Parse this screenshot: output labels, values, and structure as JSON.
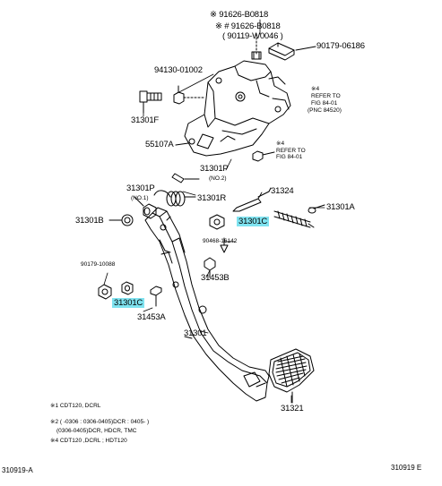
{
  "callouts": {
    "p91626_b0818": "※ 91626-B0818",
    "p91626_b0818_alt": "※ # 91626-B0818",
    "p90119_w0046": "( 90119-W0046 )",
    "p90179_06186": "90179-06186",
    "p94130_01002": "94130-01002",
    "p31301f": "31301F",
    "p55107a": "55107A",
    "p31301p_upper": "31301P",
    "p31301p_upper_note": "(NO.2)",
    "p31301p_left": "31301P",
    "p31301p_left_note": "(NO.1)",
    "p31324": "31324",
    "p31301a": "31301A",
    "p31301r": "31301R",
    "p31301b": "31301B",
    "p31301c_right": "31301C",
    "p90468_16142": "90468-16142",
    "p90179_10088": "90179-10088",
    "p31453b": "31453B",
    "p31301c_left": "31301C",
    "p31453a": "31453A",
    "p31301": "31301",
    "p31321": "31321"
  },
  "refer_notes": {
    "top_mark": "※4",
    "top_line1": "REFER TO",
    "top_line2": "FIG 84-01",
    "top_line3": "(PNC 84520)",
    "mid_mark": "※4",
    "mid_line1": "REFER TO",
    "mid_line2": "FIG 84-01"
  },
  "footnotes": {
    "n1": "※1 CDT120, DCRL",
    "n2": "※2 (     -0306 : 0306-0405)DCR : 0405-     )",
    "n3": "(0306-0405)DCR, HDCR, TMC",
    "n4": "※4 CDT120 ,DCRL ; HDT120"
  },
  "figure_codes": {
    "left": "310919-A",
    "right": "310919 E"
  },
  "colors": {
    "highlight": "#7fe3f0",
    "line": "#000000"
  }
}
